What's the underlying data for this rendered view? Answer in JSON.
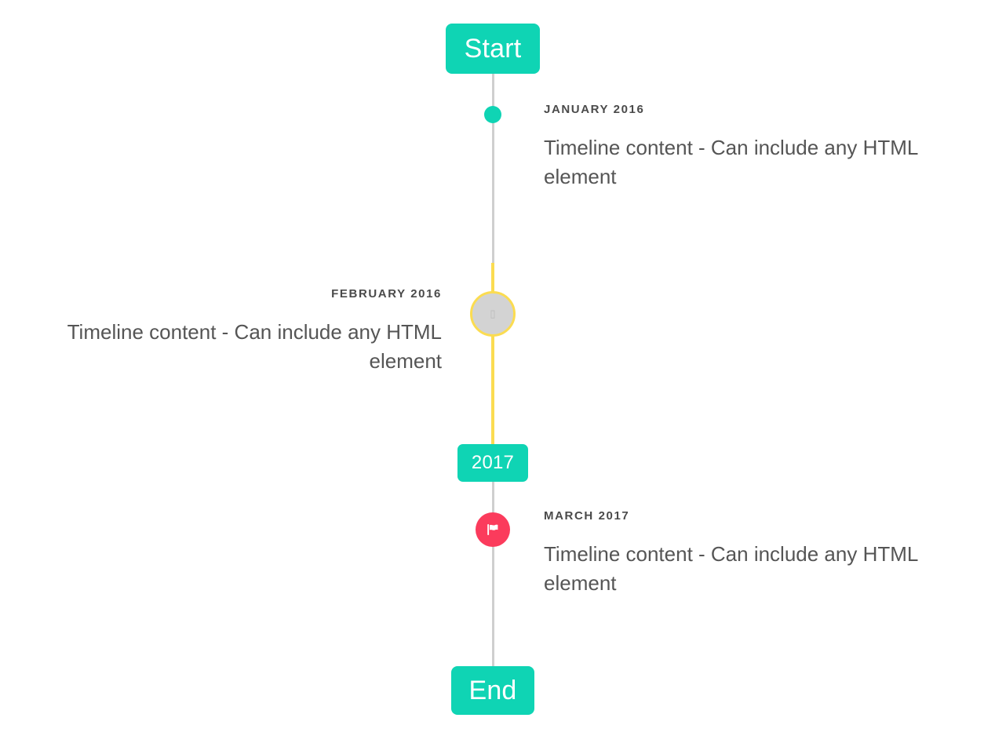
{
  "timeline": {
    "start_label": "Start",
    "end_label": "End",
    "midpoint_label": "2017",
    "colors": {
      "accent_teal": "#0fd4b4",
      "accent_yellow": "#fbdc51",
      "accent_pink": "#fb3b5c",
      "rail_gray": "#cfcfcf",
      "placeholder_gray": "#d3d3d3",
      "date_text": "#4a4a4a",
      "body_text": "#555555",
      "background": "#ffffff"
    },
    "entries": [
      {
        "date": "JANUARY 2016",
        "body": "Timeline content - Can include any HTML element",
        "side": "right",
        "marker": "dot-icon"
      },
      {
        "date": "FEBRUARY 2016",
        "body": "Timeline content - Can include any HTML element",
        "side": "left",
        "marker": "broken-image-icon"
      },
      {
        "date": "MARCH 2017",
        "body": "Timeline content - Can include any HTML element",
        "side": "right",
        "marker": "flag-icon"
      }
    ]
  }
}
